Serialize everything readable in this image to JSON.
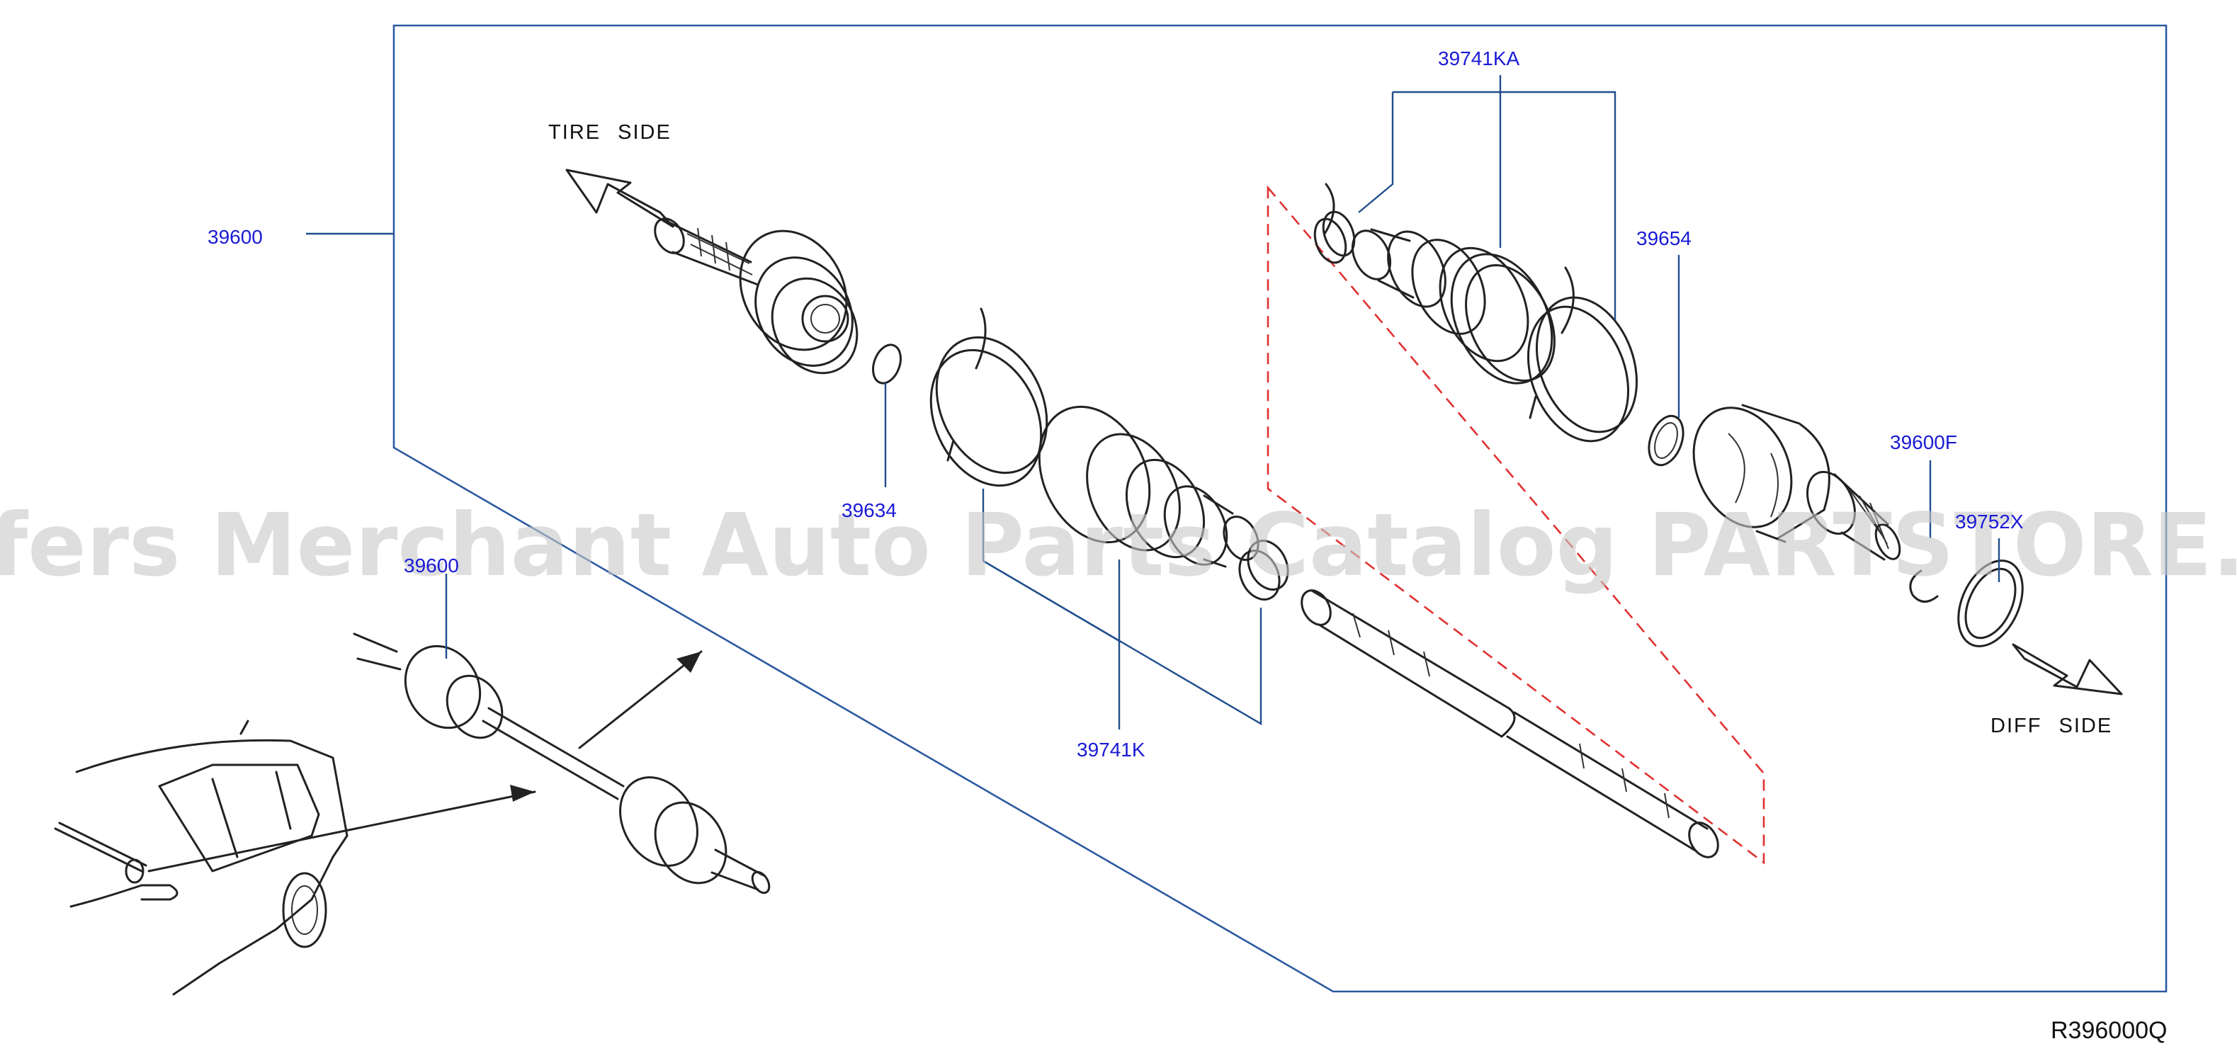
{
  "diagram": {
    "colors": {
      "callout_text": "#1a1ad6",
      "leader_line": "#1f4e8c",
      "frame_line": "#2c5aa0",
      "dashed_group": "#e03030",
      "part_line": "#222222",
      "watermark": "#c8c8c8"
    },
    "labels": {
      "tire_side": "TIRE SIDE",
      "diff_side": "DIFF SIDE",
      "reference_code": "R396000Q",
      "watermark": "Offers Merchant Auto Parts Catalog PARTSTORE.SA"
    },
    "callouts": {
      "p39600": "39600",
      "p39600_vehicle": "39600",
      "p39634": "39634",
      "p39741K": "39741K",
      "p39741KA": "39741KA",
      "p39654": "39654",
      "p39600F": "39600F",
      "p39752X": "39752X"
    },
    "icons": {
      "tire_side_arrow": "arrow-up-left-icon",
      "diff_side_arrow": "arrow-down-right-icon"
    }
  }
}
